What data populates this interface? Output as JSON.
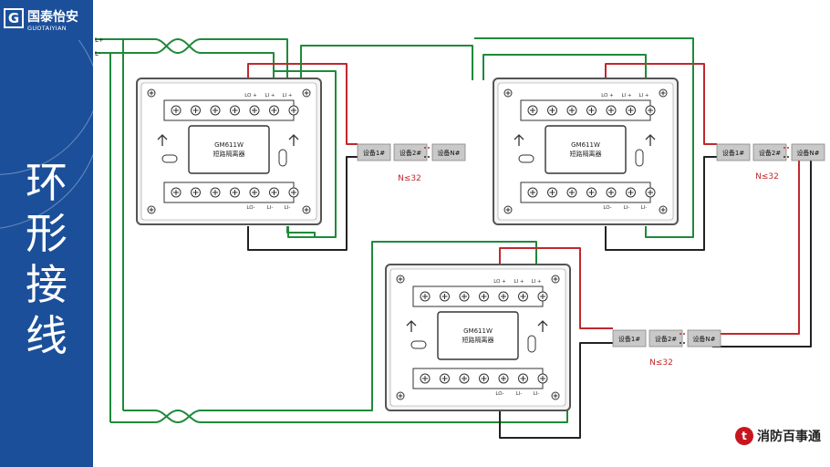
{
  "logo": {
    "mark": "G",
    "cn": "国泰怡安",
    "en": "GUOTAIYIAN"
  },
  "title_chars": [
    "环",
    "形",
    "接",
    "线"
  ],
  "bus": {
    "l_plus": "L+",
    "l_minus": "L-"
  },
  "modules": [
    {
      "model": "GM611W",
      "name": "短路隔离器",
      "top_labels": [
        "LO +",
        "LI +",
        "LI +"
      ],
      "bottom_labels": [
        "LO-",
        "LI-",
        "LI-"
      ]
    },
    {
      "model": "GM611W",
      "name": "短路隔离器",
      "top_labels": [
        "LO +",
        "LI +",
        "LI +"
      ],
      "bottom_labels": [
        "LO-",
        "LI-",
        "LI-"
      ]
    },
    {
      "model": "GM611W",
      "name": "短路隔离器",
      "top_labels": [
        "LO +",
        "LI +",
        "LI +"
      ],
      "bottom_labels": [
        "LO-",
        "LI-",
        "LI-"
      ]
    }
  ],
  "device_groups": [
    {
      "devices": [
        "设备1#",
        "设备2#",
        "设备N#"
      ],
      "count_label": "N≤32"
    },
    {
      "devices": [
        "设备1#",
        "设备2#",
        "设备N#"
      ],
      "count_label": "N≤32"
    },
    {
      "devices": [
        "设备1#",
        "设备2#",
        "设备N#"
      ],
      "count_label": "N≤32"
    }
  ],
  "brand": {
    "icon": "t",
    "text": "消防百事通"
  },
  "colors": {
    "sidebar": "#1b4f9a",
    "green_wire": "#1f8a3a",
    "red_wire": "#c0282d",
    "black_wire": "#222222",
    "module_border": "#555555",
    "device_fill": "#c9c9c9"
  }
}
